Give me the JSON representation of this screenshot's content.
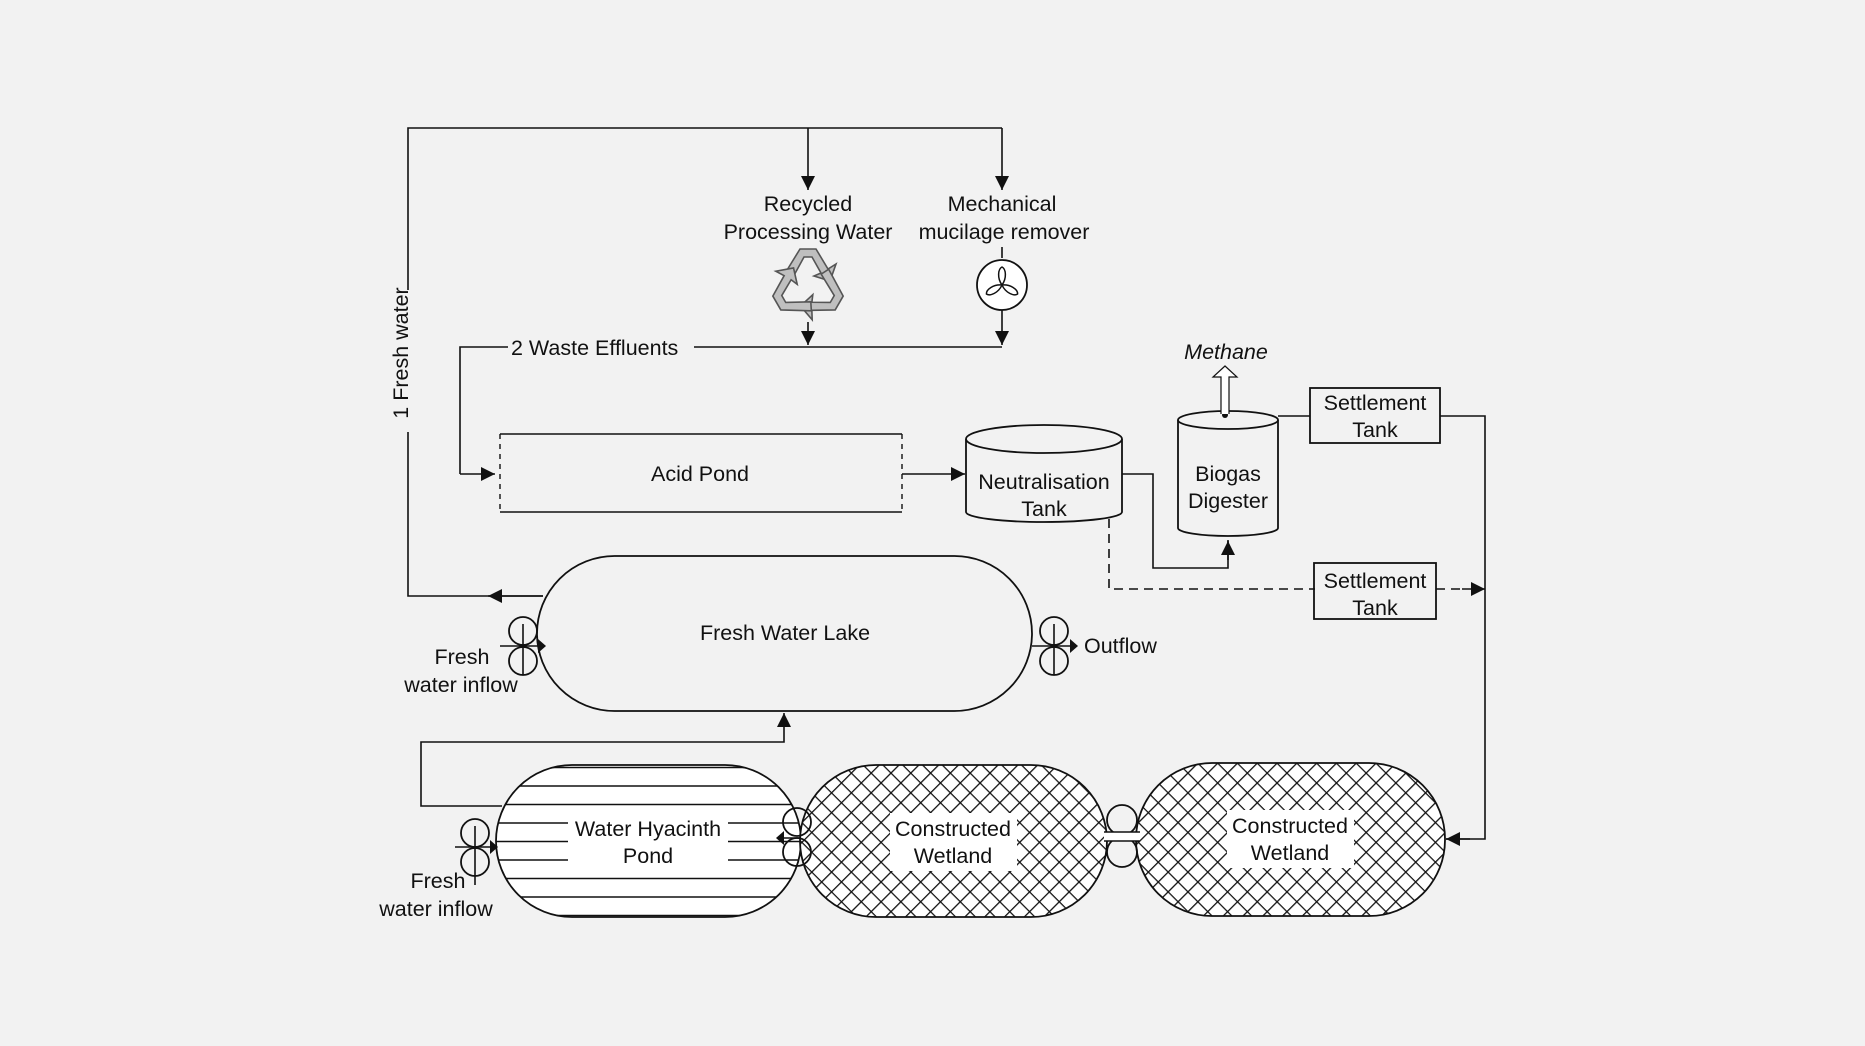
{
  "labels": {
    "fresh_water": "1 Fresh water",
    "recycled_1": "Recycled",
    "recycled_2": "Processing Water",
    "mech_1": "Mechanical",
    "mech_2": "mucilage remover",
    "waste": "2 Waste Effluents",
    "methane": "Methane",
    "acid_pond": "Acid Pond",
    "neut_1": "Neutralisation",
    "neut_2": "Tank",
    "biogas_1": "Biogas",
    "biogas_2": "Digester",
    "settle1_1": "Settlement",
    "settle1_2": "Tank",
    "settle2_1": "Settlement",
    "settle2_2": "Tank",
    "lake": "Fresh Water Lake",
    "inflow1_1": "Fresh",
    "inflow1_2": "water inflow",
    "outflow": "Outflow",
    "hyacinth_1": "Water Hyacinth",
    "hyacinth_2": "Pond",
    "wetland1_1": "Constructed",
    "wetland1_2": "Wetland",
    "wetland2_1": "Constructed",
    "wetland2_2": "Wetland",
    "inflow2_1": "Fresh",
    "inflow2_2": "water inflow"
  },
  "icons": {
    "recycle": "recycle-icon",
    "fan": "fan-icon",
    "valve": "valve-icon"
  },
  "colors": {
    "background": "#f2f2f2",
    "line": "#111111",
    "recycle_fill": "#bfbfbf"
  }
}
